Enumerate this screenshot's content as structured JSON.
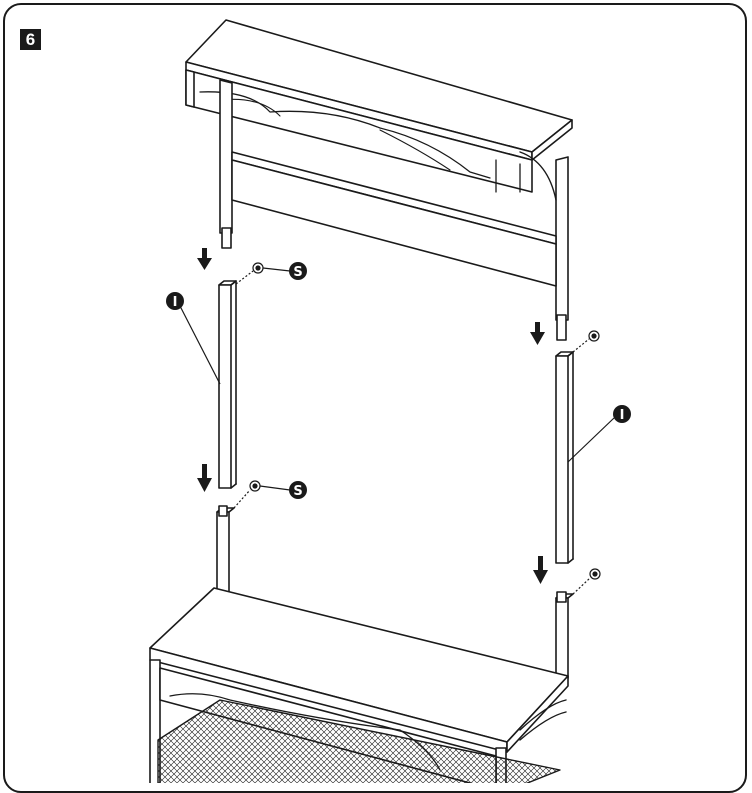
{
  "step": {
    "number": "6"
  },
  "callouts": {
    "post_left": "I",
    "post_right": "I",
    "screw_top": "S",
    "screw_bottom": "S"
  },
  "colors": {
    "ink": "#1a1a1a",
    "paper": "#ffffff"
  },
  "icons": [
    "down-arrow-icon",
    "screw-icon",
    "callout-circle-icon"
  ]
}
